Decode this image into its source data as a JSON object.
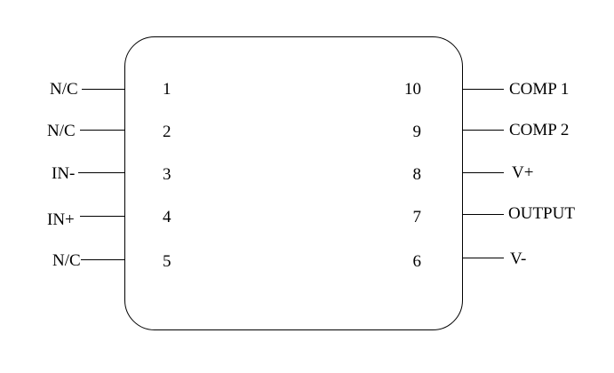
{
  "diagram": {
    "left_pins": [
      {
        "number": "1",
        "label": "N/C"
      },
      {
        "number": "2",
        "label": "N/C"
      },
      {
        "number": "3",
        "label": "IN-"
      },
      {
        "number": "4",
        "label": "IN+"
      },
      {
        "number": "5",
        "label": "N/C"
      }
    ],
    "right_pins": [
      {
        "number": "10",
        "label": "COMP 1"
      },
      {
        "number": "9",
        "label": "COMP 2"
      },
      {
        "number": "8",
        "label": "V+"
      },
      {
        "number": "7",
        "label": "OUTPUT"
      },
      {
        "number": "6",
        "label": "V-"
      }
    ]
  }
}
